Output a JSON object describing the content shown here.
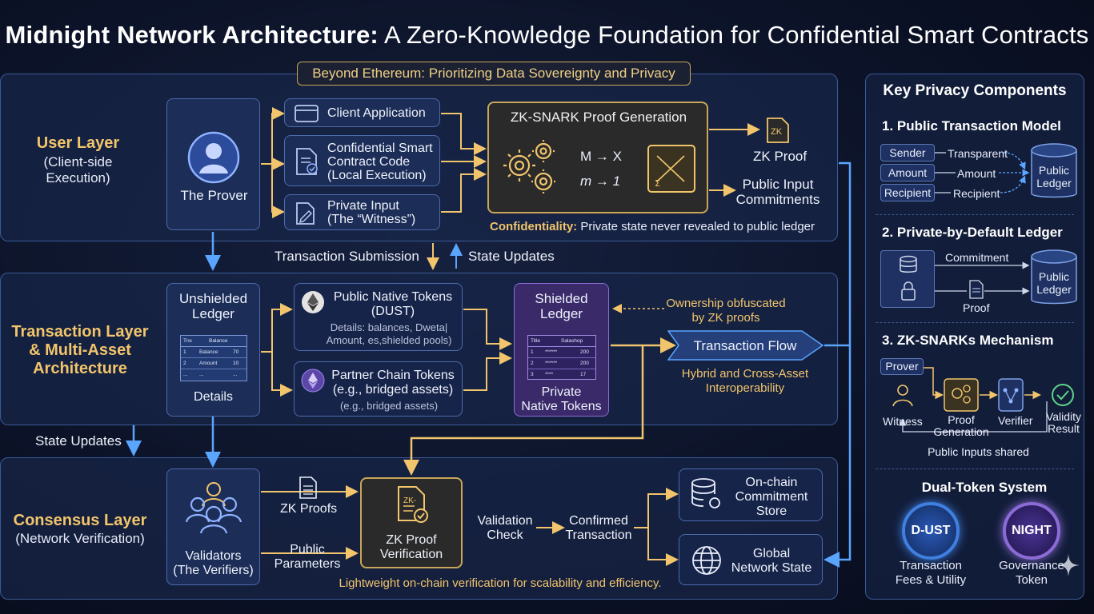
{
  "title": {
    "bold": "Midnight Network Architecture:",
    "rest": " A Zero-Knowledge Foundation for Confidential Smart Contracts"
  },
  "banner": "Beyond Ethereum: Prioritizing Data Sovereignty and Privacy",
  "user_layer": {
    "title": "User Layer",
    "subtitle_1": "(Client-side",
    "subtitle_2": "Execution)",
    "prover": "The Prover",
    "client_app": "Client Application",
    "contract_1": "Confidential Smart",
    "contract_2": "Contract Code",
    "contract_3": "(Local Execution)",
    "private_1": "Private Input",
    "private_2": "(The “Witness”)",
    "zk_title": "ZK-SNARK Proof Generation",
    "map_1": "M → X",
    "map_2": "m → 1",
    "zk_proof": "ZK Proof",
    "zk_icon": "ZK",
    "commit_1": "Public Input",
    "commit_2": "Commitments",
    "conf_bold": "Confidentiality:",
    "conf_rest": " Private state never revealed to public ledger"
  },
  "flow_mid": {
    "submission": "Transaction Submission",
    "updates": "State Updates",
    "left_updates": "State Updates"
  },
  "tx_layer": {
    "title_1": "Transaction Layer",
    "title_2": "& Multi-Asset",
    "title_3": "Architecture",
    "unshielded_1": "Unshielded",
    "unshielded_2": "Ledger",
    "unshielded_details": "Details",
    "u_table": {
      "headers": [
        "Tnx",
        "Balance"
      ],
      "rows": [
        [
          "1",
          "Balance",
          "70"
        ],
        [
          "2",
          "Amount",
          "10"
        ],
        [
          "...",
          "...",
          "..."
        ]
      ]
    },
    "native_1": "Public Native Tokens",
    "native_2": "(DUST)",
    "native_d1": "Details: balances, Dweta|",
    "native_d2": "Amount, es,shielded pools)",
    "partner_1": "Partner Chain Tokens",
    "partner_2": "(e.g., bridged assets)",
    "partner_d": "(e.g., bridged assets)",
    "shielded_1": "Shielded",
    "shielded_2": "Ledger",
    "s_table": {
      "headers": [
        "Title",
        "Salashop"
      ],
      "rows": [
        [
          "1",
          "******",
          "200"
        ],
        [
          "2",
          "******",
          "200"
        ],
        [
          "3",
          "****",
          "17"
        ]
      ]
    },
    "private_native_1": "Private",
    "private_native_2": "Native Tokens",
    "obf_1": "Ownership obfuscated",
    "obf_2": "by ZK proofs",
    "tx_flow": "Transaction Flow",
    "hybrid_1": "Hybrid and Cross-Asset",
    "hybrid_2": "Interoperability"
  },
  "consensus": {
    "title": "Consensus Layer",
    "subtitle": "(Network Verification)",
    "validators_1": "Validators",
    "validators_2": "(The Verifiers)",
    "zk_proofs": "ZK Proofs",
    "public_1": "Public",
    "public_2": "Parameters",
    "verify_1": "ZK Proof",
    "verify_2": "Verification",
    "zk_icon": "ZK-",
    "check_1": "Validation",
    "check_2": "Check",
    "confirmed_1": "Confirmed",
    "confirmed_2": "Transaction",
    "store_1": "On-chain",
    "store_2": "Commitment",
    "store_3": "Store",
    "global_1": "Global",
    "global_2": "Network State",
    "footer": "Lightweight on-chain verification for scalability and efficiency."
  },
  "side": {
    "heading": "Key Privacy Components",
    "s1": "1. Public Transaction Model",
    "s1_left": [
      "Sender",
      "Amount",
      "Recipient"
    ],
    "s1_mid": [
      "Transparent",
      "Amount",
      "Recipient"
    ],
    "public_ledger_1": "Public",
    "public_ledger_2": "Ledger",
    "s2": "2. Private-by-Default Ledger",
    "commitment": "Commitment",
    "proof": "Proof",
    "s3": "3. ZK-SNARKs Mechanism",
    "prover": "Prover",
    "witness": "Witness",
    "proof_gen_1": "Proof",
    "proof_gen_2": "Generation",
    "verifier": "Verifier",
    "validity_1": "Validity",
    "validity_2": "Result",
    "public_inputs": "Public Inputs shared",
    "s4": "Dual-Token System",
    "dust": "D-UST",
    "night": "NIGHT",
    "dust_1": "Transaction",
    "dust_2": "Fees & Utility",
    "night_1": "Governance",
    "night_2": "Token"
  },
  "colors": {
    "gold": "#f2c56c",
    "blue": "#4a90e2",
    "purple": "#8b6cd6",
    "panel": "#172548"
  }
}
